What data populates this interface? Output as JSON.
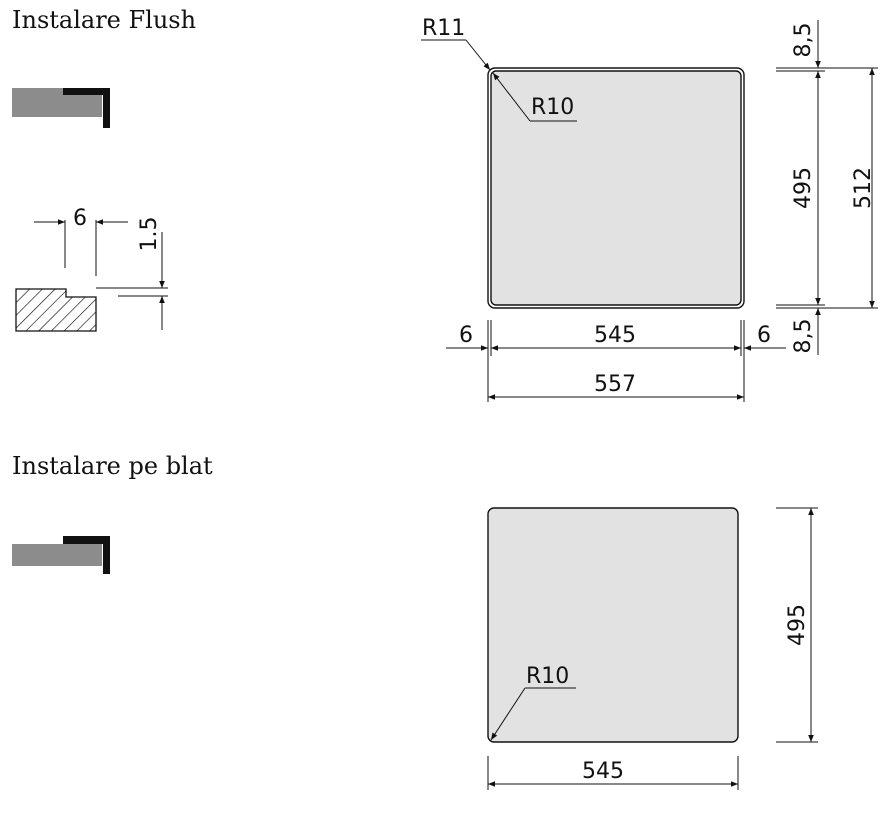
{
  "headings": {
    "flush": "Instalare Flush",
    "top": "Instalare pe blat"
  },
  "colors": {
    "sink_fill": "#e2e2e2",
    "counter_gray": "#8c8c8c",
    "line": "#111111"
  },
  "flush_detail": {
    "width_label": "6",
    "depth_label": "1.5"
  },
  "flush_plan": {
    "outer_radius": "R11",
    "inner_radius": "R10",
    "inner_width": "545",
    "flange_left": "6",
    "flange_right": "6",
    "outer_width": "557",
    "flange_top": "8,5",
    "flange_bottom": "8,5",
    "inner_depth": "495",
    "outer_depth": "512"
  },
  "top_plan": {
    "radius": "R10",
    "width": "545",
    "depth": "495"
  }
}
